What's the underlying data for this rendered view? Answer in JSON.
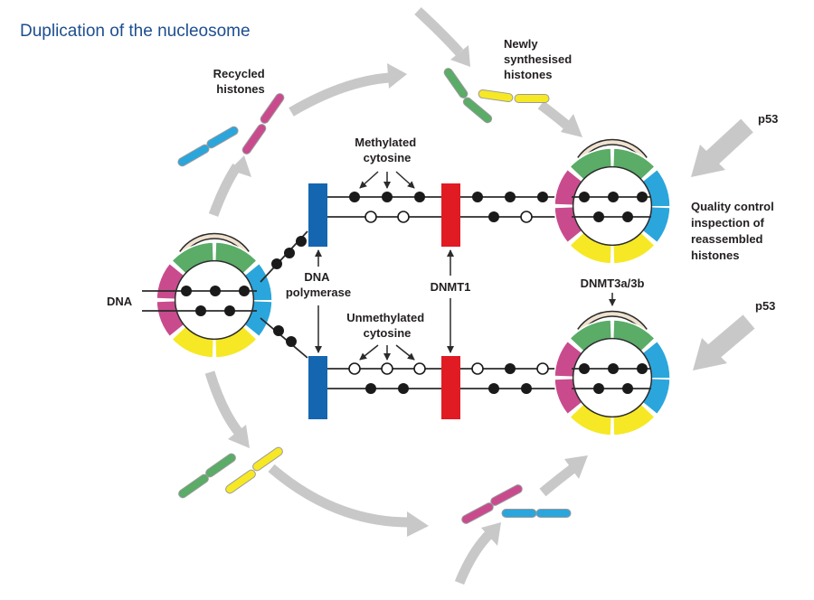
{
  "title": "Duplication of the nucleosome",
  "labels": {
    "recycled_histones": [
      "Recycled",
      "histones"
    ],
    "newly_synthesised_histones": [
      "Newly",
      "synthesised",
      "histones"
    ],
    "methylated_cytosine": [
      "Methylated",
      "cytosine"
    ],
    "unmethylated_cytosine": [
      "Unmethylated",
      "cytosine"
    ],
    "dna": "DNA",
    "dna_polymerase": [
      "DNA",
      "polymerase"
    ],
    "dnmt1": "DNMT1",
    "dnmt3": "DNMT3a/3b",
    "p53_top": "p53",
    "p53_bottom": "p53",
    "quality_control": [
      "Quality control",
      "inspection of",
      "reassembled",
      "histones"
    ]
  },
  "colors": {
    "title": "#1d4e8f",
    "green": "#5aac67",
    "magenta": "#c94b8e",
    "blue": "#2aa6dc",
    "yellow": "#f6e824",
    "polymerase": "#1566b0",
    "dnmt": "#e01b23",
    "arrow": "#c8c8c8",
    "linker": "#f0e2cf"
  }
}
